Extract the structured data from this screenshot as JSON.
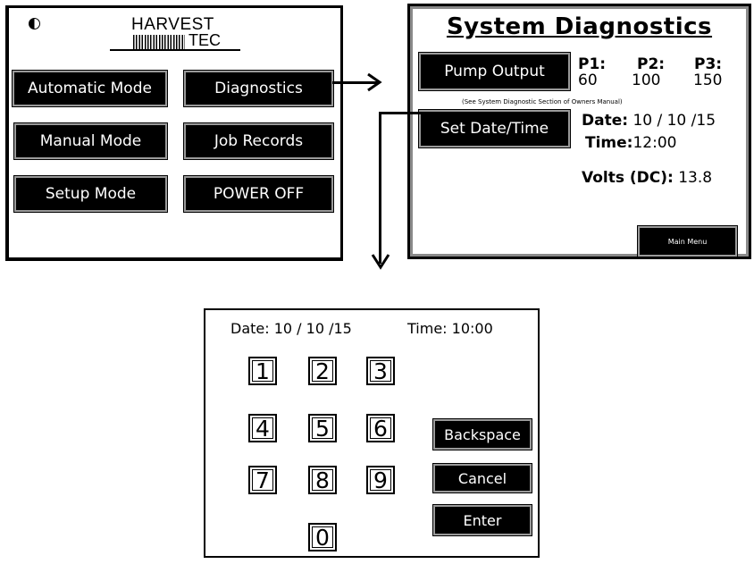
{
  "main_screen": {
    "brand_line1": "HARVEST",
    "brand_line2": "TEC",
    "buttons": {
      "automatic": "Automatic Mode",
      "diagnostics": "Diagnostics",
      "manual": "Manual Mode",
      "job_records": "Job Records",
      "setup": "Setup Mode",
      "power_off": "POWER OFF"
    }
  },
  "diagnostics_screen": {
    "title": "System Diagnostics",
    "pump_output_button": "Pump Output",
    "pumps": [
      {
        "label": "P1:",
        "value": "60"
      },
      {
        "label": "P2:",
        "value": "100"
      },
      {
        "label": "P3:",
        "value": "150"
      }
    ],
    "note": "(See System Diagnostic Section of Owners Manual)",
    "set_datetime_button": "Set Date/Time",
    "date_label": "Date:",
    "date_value": "10 / 10 /15",
    "time_label": "Time:",
    "time_value": "12:00",
    "volts_label": "Volts (DC):",
    "volts_value": "13.8",
    "main_menu_button": "Main Menu"
  },
  "keypad_screen": {
    "date_label": "Date:",
    "date_value": "10 / 10 /15",
    "time_label": "Time:",
    "time_value": "10:00",
    "keys": [
      "1",
      "2",
      "3",
      "4",
      "5",
      "6",
      "7",
      "8",
      "9",
      "0"
    ],
    "backspace": "Backspace",
    "cancel": "Cancel",
    "enter": "Enter"
  },
  "colors": {
    "button_bg": "#000000",
    "button_text": "#ffffff",
    "screen_bg": "#ffffff",
    "bevel": "#9a9a9a"
  },
  "icons": [
    "contrast-icon",
    "harvest-tec-logo",
    "arrow-right-icon",
    "arrow-down-icon"
  ]
}
